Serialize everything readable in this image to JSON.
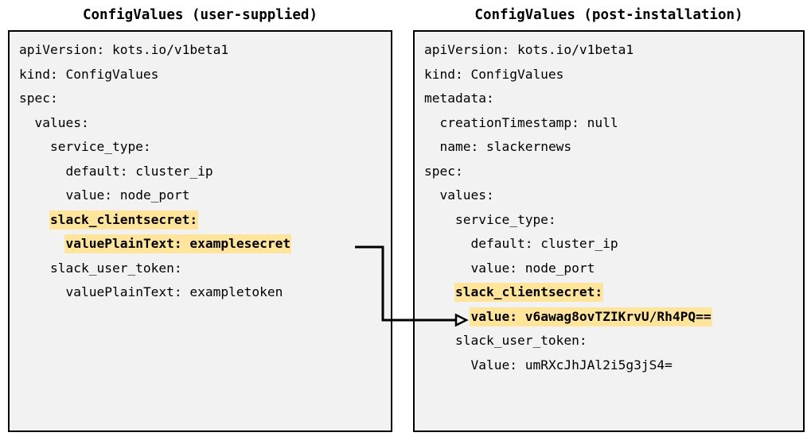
{
  "colors": {
    "highlight": "#ffe49b",
    "box_background": "#f2f2f2",
    "box_border": "#000000",
    "text": "#000000",
    "page_background": "#ffffff"
  },
  "panels": {
    "left": {
      "title": "ConfigValues (user-supplied)",
      "lines": [
        {
          "text": "apiVersion: kots.io/v1beta1",
          "highlighted": false
        },
        {
          "text": "kind: ConfigValues",
          "highlighted": false
        },
        {
          "text": "spec:",
          "highlighted": false
        },
        {
          "text": "  values:",
          "highlighted": false
        },
        {
          "text": "    service_type:",
          "highlighted": false
        },
        {
          "text": "      default: cluster_ip",
          "highlighted": false
        },
        {
          "text": "      value: node_port",
          "highlighted": false
        },
        {
          "text": "    slack_clientsecret:",
          "highlighted": true
        },
        {
          "text": "      valuePlainText: examplesecret",
          "highlighted": true
        },
        {
          "text": "    slack_user_token:",
          "highlighted": false
        },
        {
          "text": "      valuePlainText: exampletoken",
          "highlighted": false
        }
      ]
    },
    "right": {
      "title": "ConfigValues (post-installation)",
      "lines": [
        {
          "text": "apiVersion: kots.io/v1beta1",
          "highlighted": false
        },
        {
          "text": "kind: ConfigValues",
          "highlighted": false
        },
        {
          "text": "metadata:",
          "highlighted": false
        },
        {
          "text": "  creationTimestamp: null",
          "highlighted": false
        },
        {
          "text": "  name: slackernews",
          "highlighted": false
        },
        {
          "text": "spec:",
          "highlighted": false
        },
        {
          "text": "  values:",
          "highlighted": false
        },
        {
          "text": "    service_type:",
          "highlighted": false
        },
        {
          "text": "      default: cluster_ip",
          "highlighted": false
        },
        {
          "text": "      value: node_port",
          "highlighted": false
        },
        {
          "text": "    slack_clientsecret:",
          "highlighted": true
        },
        {
          "text": "      value: v6awag8ovTZIKrvU/Rh4PQ==",
          "highlighted": true
        },
        {
          "text": "    slack_user_token:",
          "highlighted": false
        },
        {
          "text": "      Value: umRXcJhJAl2i5g3jS4=",
          "highlighted": false
        }
      ]
    }
  },
  "connector": {
    "label": "",
    "from": "left.slack_clientsecret.valuePlainText",
    "to": "right.slack_clientsecret.value",
    "arrow_style": "hollow-triangle",
    "color": "#000000"
  }
}
